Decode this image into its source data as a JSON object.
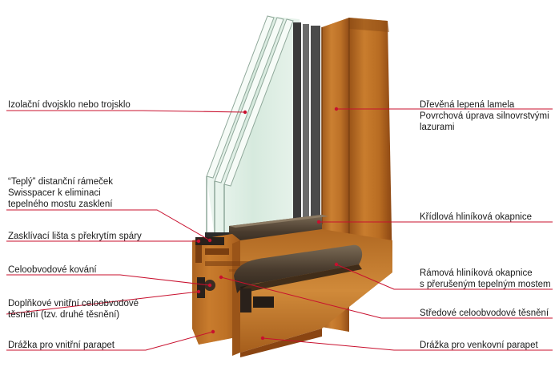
{
  "colors": {
    "leader": "#c8102e",
    "dot": "#c8102e",
    "wood_light": "#c77a2c",
    "wood_dark": "#8e4a14",
    "aluminium": "#5a4a38",
    "glass": "#d8ece2",
    "seal": "#2a211b"
  },
  "left_labels": [
    {
      "lines": [
        "Izolační dvojsklo nebo trojsklo"
      ]
    },
    {
      "lines": [
        "“Teplý” distanční rámeček",
        "Swisspacer k eliminaci",
        "tepelného mostu zasklení"
      ]
    },
    {
      "lines": [
        "Zasklívací lišta s překrytím spáry"
      ]
    },
    {
      "lines": [
        "Celoobvodové kování"
      ]
    },
    {
      "lines": [
        "Doplňkové vnitřní celoobvodové",
        "těsnění (tzv. druhé těsnění)"
      ]
    },
    {
      "lines": [
        "Drážka pro vnitřní parapet"
      ]
    }
  ],
  "right_labels": [
    {
      "lines": [
        "Dřevěná lepená lamela",
        "Povrchová úprava silnovrstvými",
        "lazurami"
      ]
    },
    {
      "lines": [
        "Křídlová hliníková okapnice"
      ]
    },
    {
      "lines": [
        "Rámová hliníková okapnice",
        "s přerušeným tepelným mostem"
      ]
    },
    {
      "lines": [
        "Středové celoobvodové těsnění"
      ]
    },
    {
      "lines": [
        "Drážka pro venkovní parapet"
      ]
    }
  ]
}
